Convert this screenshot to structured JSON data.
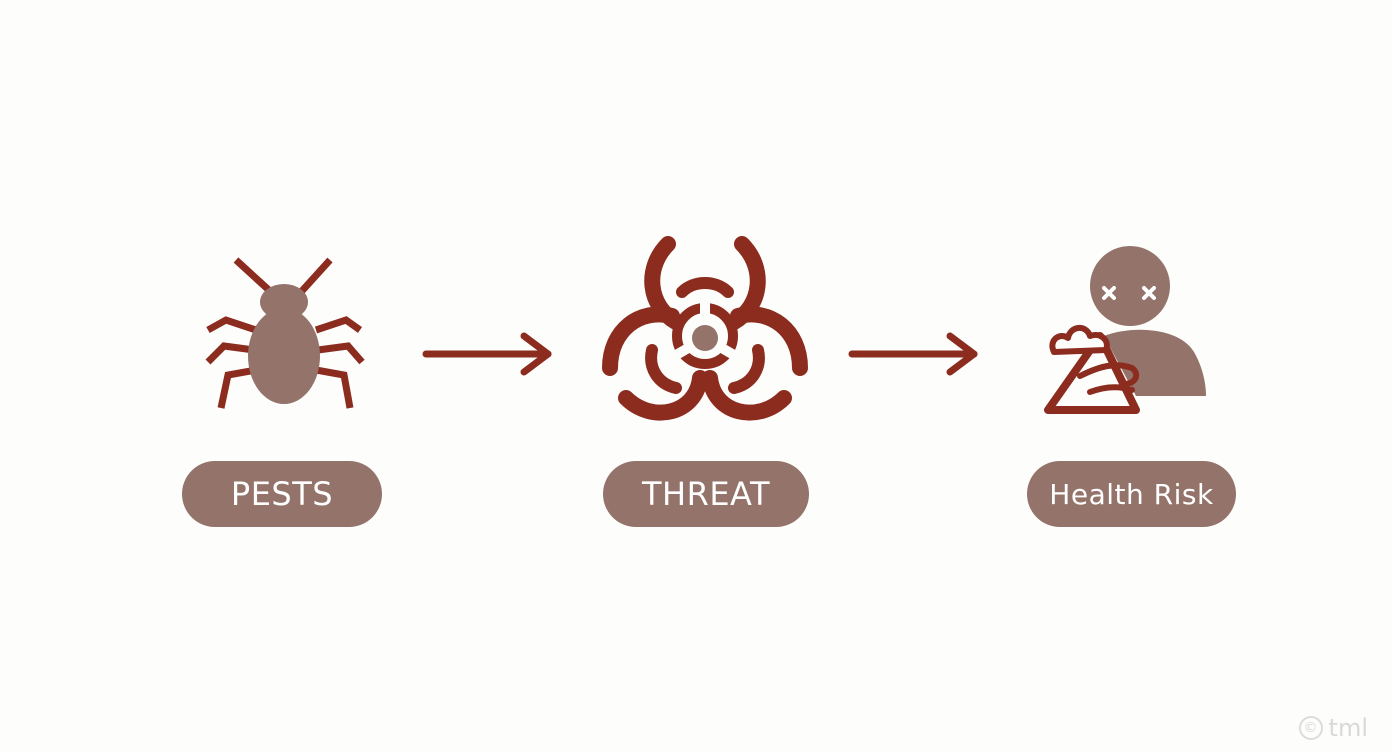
{
  "colors": {
    "accent": "#8b2c1f",
    "brown": "#93736a",
    "background": "#fdfdfc"
  },
  "steps": [
    {
      "label": "PESTS",
      "icon": "bug-icon"
    },
    {
      "label": "THREAT",
      "icon": "biohazard-icon"
    },
    {
      "label": "Health Risk",
      "icon": "sick-person-icon"
    }
  ],
  "connectors": [
    "arrow-right-icon",
    "arrow-right-icon"
  ],
  "watermark": {
    "icon": "watermark-logo-icon",
    "text": "tml"
  }
}
